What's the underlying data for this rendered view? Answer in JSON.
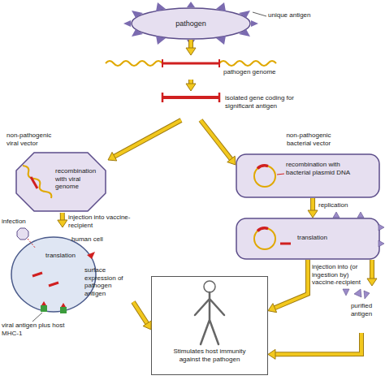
{
  "diagram": {
    "nodes": [
      {
        "text": [
          "pathogen"
        ]
      },
      {
        "text": [
          "pathogen genome"
        ]
      },
      {
        "text": [
          "isolated gene coding for significant antigen"
        ]
      },
      {
        "text": [
          "non-pathogenic viral vector",
          "recombination with viral genome"
        ]
      },
      {
        "text": [
          "non-pathogenic bacterial vector",
          "recombination with bacterial plasmid DNA"
        ]
      },
      {
        "text": [
          "human cell",
          "translation",
          "surface expression of pathogen antigen"
        ]
      },
      {
        "text": [
          "translation"
        ]
      },
      {
        "text": [
          "purified antigen"
        ]
      },
      {
        "text": [
          "Stimulates host immunity against the pathogen"
        ]
      }
    ],
    "edges": [
      {
        "from": 0,
        "to": 1,
        "arrow": "to"
      },
      {
        "from": 1,
        "to": 2,
        "arrow": "to"
      },
      {
        "from": 2,
        "to": 3,
        "arrow": "to"
      },
      {
        "from": 2,
        "to": 4,
        "arrow": "to"
      },
      {
        "from": 3,
        "to": 5,
        "label": "injection into vaccine-recipient",
        "arrow": "to"
      },
      {
        "from": 4,
        "to": 6,
        "label": "replication",
        "arrow": "to"
      },
      {
        "from": 6,
        "to": 8,
        "label": "injection into (or ingestion by) vaccine-recipient",
        "arrow": "to"
      },
      {
        "from": 6,
        "to": 7,
        "arrow": "to"
      },
      {
        "from": 7,
        "to": 8,
        "arrow": "to"
      },
      {
        "from": 5,
        "to": 8,
        "arrow": "to"
      }
    ],
    "labels": [
      "unique antigen",
      "infection",
      "viral antigen plus host MHC-1"
    ]
  }
}
